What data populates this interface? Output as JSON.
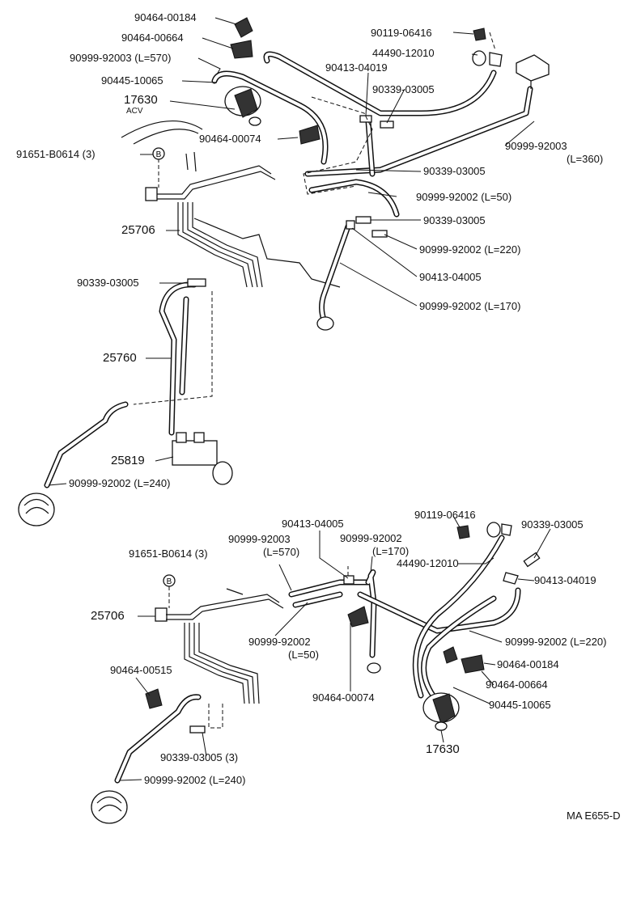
{
  "top": {
    "labels": [
      {
        "id": "p90464_00184",
        "text": "90464-00184"
      },
      {
        "id": "p90464_00664",
        "text": "90464-00664"
      },
      {
        "id": "p90999_92003_570",
        "text": "90999-92003 (L=570)"
      },
      {
        "id": "p90445_10065",
        "text": "90445-10065"
      },
      {
        "id": "p17630",
        "text": "17630"
      },
      {
        "id": "acv",
        "text": "ACV"
      },
      {
        "id": "p90464_00074",
        "text": "90464-00074"
      },
      {
        "id": "p91651_b0614",
        "text": "91651-B0614 (3)"
      },
      {
        "id": "p25706",
        "text": "25706"
      },
      {
        "id": "p90339_03005_left",
        "text": "90339-03005"
      },
      {
        "id": "p25760",
        "text": "25760"
      },
      {
        "id": "p25819",
        "text": "25819"
      },
      {
        "id": "p90999_92002_240",
        "text": "90999-92002 (L=240)"
      },
      {
        "id": "p90119_06416",
        "text": "90119-06416"
      },
      {
        "id": "p44490_12010",
        "text": "44490-12010"
      },
      {
        "id": "p90413_04019",
        "text": "90413-04019"
      },
      {
        "id": "p90339_03005_a",
        "text": "90339-03005"
      },
      {
        "id": "p90999_92003_360",
        "text": "90999-92003"
      },
      {
        "id": "l360",
        "text": "(L=360)"
      },
      {
        "id": "p90339_03005_b",
        "text": "90339-03005"
      },
      {
        "id": "p90999_92002_50",
        "text": "90999-92002 (L=50)"
      },
      {
        "id": "p90339_03005_c",
        "text": "90339-03005"
      },
      {
        "id": "p90999_92002_220",
        "text": "90999-92002 (L=220)"
      },
      {
        "id": "p90413_04005",
        "text": "90413-04005"
      },
      {
        "id": "p90999_92002_170",
        "text": "90999-92002 (L=170)"
      }
    ],
    "marker": "B"
  },
  "bottom": {
    "labels": [
      {
        "id": "p90413_04005",
        "text": "90413-04005"
      },
      {
        "id": "p90119_06416",
        "text": "90119-06416"
      },
      {
        "id": "p90339_03005_r",
        "text": "90339-03005"
      },
      {
        "id": "p90999_92003",
        "text": "90999-92003"
      },
      {
        "id": "l570",
        "text": "(L=570)"
      },
      {
        "id": "p90999_92002_top",
        "text": "90999-92002"
      },
      {
        "id": "l170",
        "text": "(L=170)"
      },
      {
        "id": "p91651_b0614",
        "text": "91651-B0614 (3)"
      },
      {
        "id": "p44490_12010",
        "text": "44490-12010"
      },
      {
        "id": "p90413_04019",
        "text": "90413-04019"
      },
      {
        "id": "p25706",
        "text": "25706"
      },
      {
        "id": "p90999_92002_50",
        "text": "90999-92002"
      },
      {
        "id": "l50",
        "text": "(L=50)"
      },
      {
        "id": "p90999_92002_220",
        "text": "90999-92002 (L=220)"
      },
      {
        "id": "p90464_00184",
        "text": "90464-00184"
      },
      {
        "id": "p90464_00515",
        "text": "90464-00515"
      },
      {
        "id": "p90464_00664",
        "text": "90464-00664"
      },
      {
        "id": "p90464_00074",
        "text": "90464-00074"
      },
      {
        "id": "p90445_10065",
        "text": "90445-10065"
      },
      {
        "id": "p17630",
        "text": "17630"
      },
      {
        "id": "p90339_03005_3",
        "text": "90339-03005 (3)"
      },
      {
        "id": "p90999_92002_240",
        "text": "90999-92002 (L=240)"
      }
    ],
    "marker": "B"
  },
  "footer": {
    "code": "MA E655-D"
  }
}
